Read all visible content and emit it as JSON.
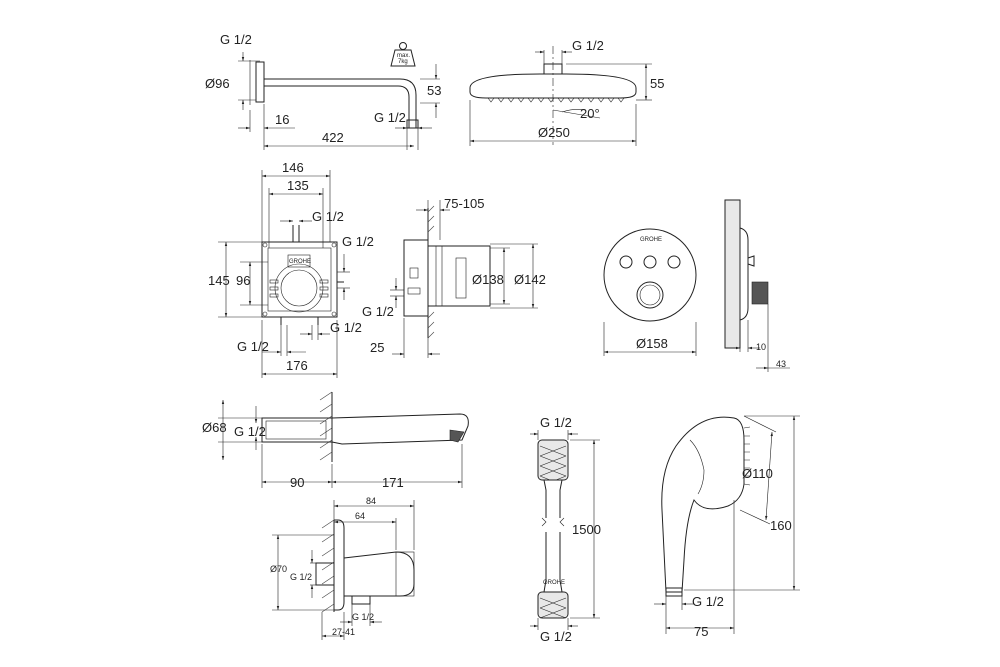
{
  "shower_arm": {
    "thread": "G 1/2",
    "diameter": "Ø96",
    "load_label_1": "max.",
    "load_label_2": "7kg",
    "height": "53",
    "depth": "16",
    "outlet_thread": "G 1/2",
    "length": "422"
  },
  "head_shower": {
    "thread": "G 1/2",
    "height": "55",
    "angle": "20°",
    "diameter": "Ø250"
  },
  "concealed_box": {
    "width_outer": "146",
    "width_inner": "135",
    "thread_top": "G 1/2",
    "thread_right": "G 1/2",
    "height_outer": "145",
    "height_inner": "96",
    "thread_bottom_left": "G 1/2",
    "thread_bottom_right": "G 1/2",
    "width_total": "176",
    "brand": "GROHE"
  },
  "box_side": {
    "wall_depth": "75-105",
    "diameter_inner": "Ø138",
    "diameter_outer": "Ø142",
    "thread": "G 1/2",
    "offset": "25"
  },
  "trim_plate": {
    "brand": "GROHE",
    "diameter": "Ø158",
    "projection": "10",
    "knob_projection": "43"
  },
  "bath_spout": {
    "diameter": "Ø68",
    "thread": "G 1/2",
    "length_in": "90",
    "length_out": "171"
  },
  "wall_outlet": {
    "width_total": "84",
    "width_inner": "64",
    "diameter": "Ø70",
    "thread_inlet": "G 1/2",
    "thread_outlet": "G 1/2",
    "range": "27-41"
  },
  "hose": {
    "thread_top": "G 1/2",
    "length": "1500",
    "thread_bottom": "G 1/2",
    "brand": "GROHE"
  },
  "hand_shower": {
    "diameter": "Ø110",
    "length": "160",
    "thread": "G 1/2",
    "width": "75"
  }
}
